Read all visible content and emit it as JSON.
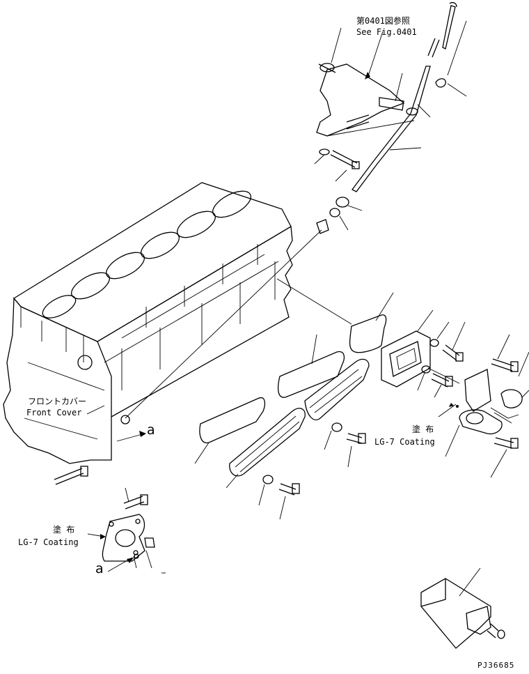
{
  "labels": {
    "see_fig_jp": "第0401図参照",
    "see_fig_en": "See Fig.0401",
    "front_cover_jp": "フロントカバー",
    "front_cover_en": "Front Cover",
    "coating_right_jp": "塗 布",
    "coating_right_en": "LG-7 Coating",
    "coating_left_jp": "塗 布",
    "coating_left_en": "LG-7 Coating",
    "ref_a_upper": "a",
    "ref_a_lower": "a",
    "drawing_number": "PJ36685"
  }
}
